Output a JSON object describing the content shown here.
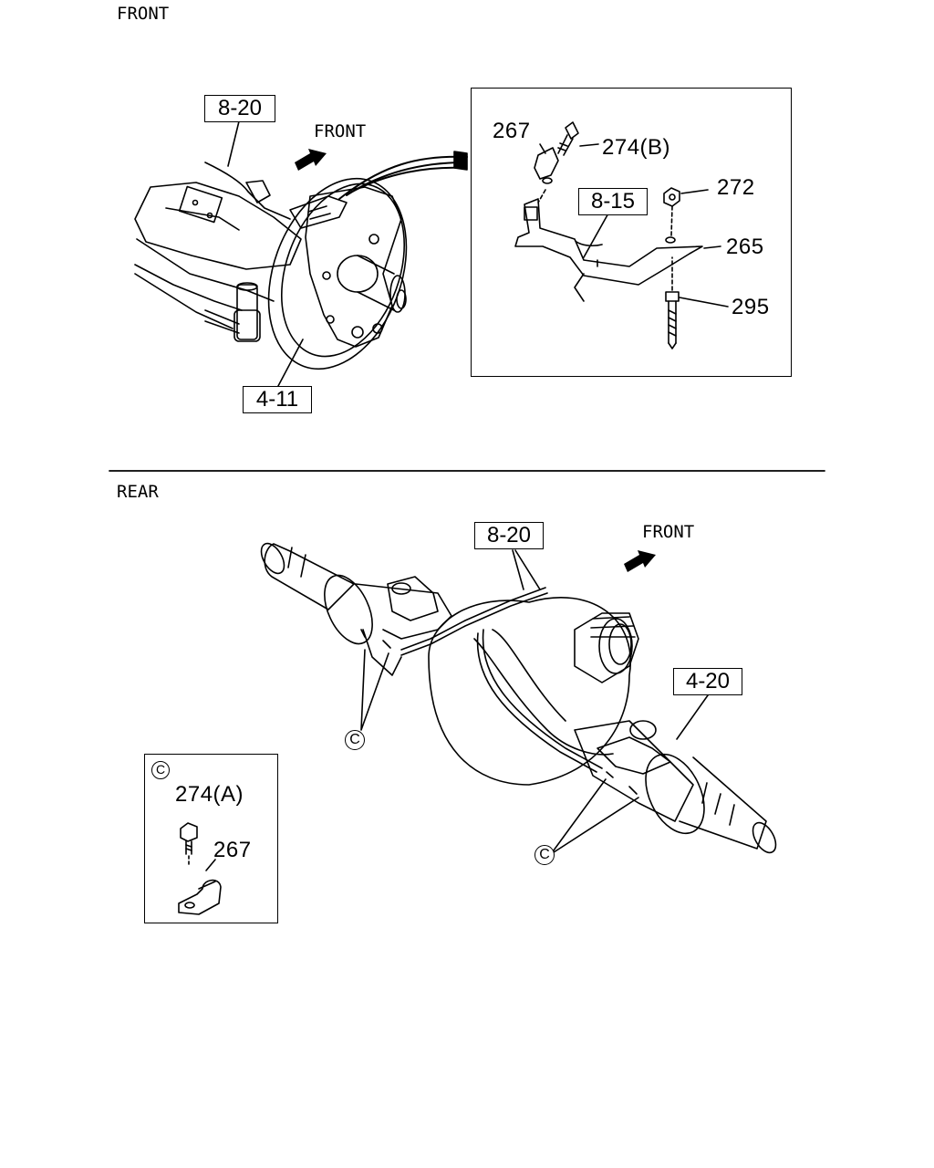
{
  "front_section": {
    "title": "FRONT",
    "direction_label": "FRONT",
    "refs": {
      "harness": "8-20",
      "hub": "4-11"
    },
    "inset": {
      "ref_bracket": "8-15",
      "parts": {
        "clip": "267",
        "bolt": "274(B)",
        "nut": "272",
        "bracket": "265",
        "stud": "295"
      }
    }
  },
  "rear_section": {
    "title": "REAR",
    "direction_label": "FRONT",
    "refs": {
      "harness": "8-20",
      "axle": "4-20"
    },
    "callout_letter": "C",
    "detail": {
      "letter": "C",
      "parts": {
        "bolt": "274(A)",
        "clip": "267"
      }
    }
  }
}
